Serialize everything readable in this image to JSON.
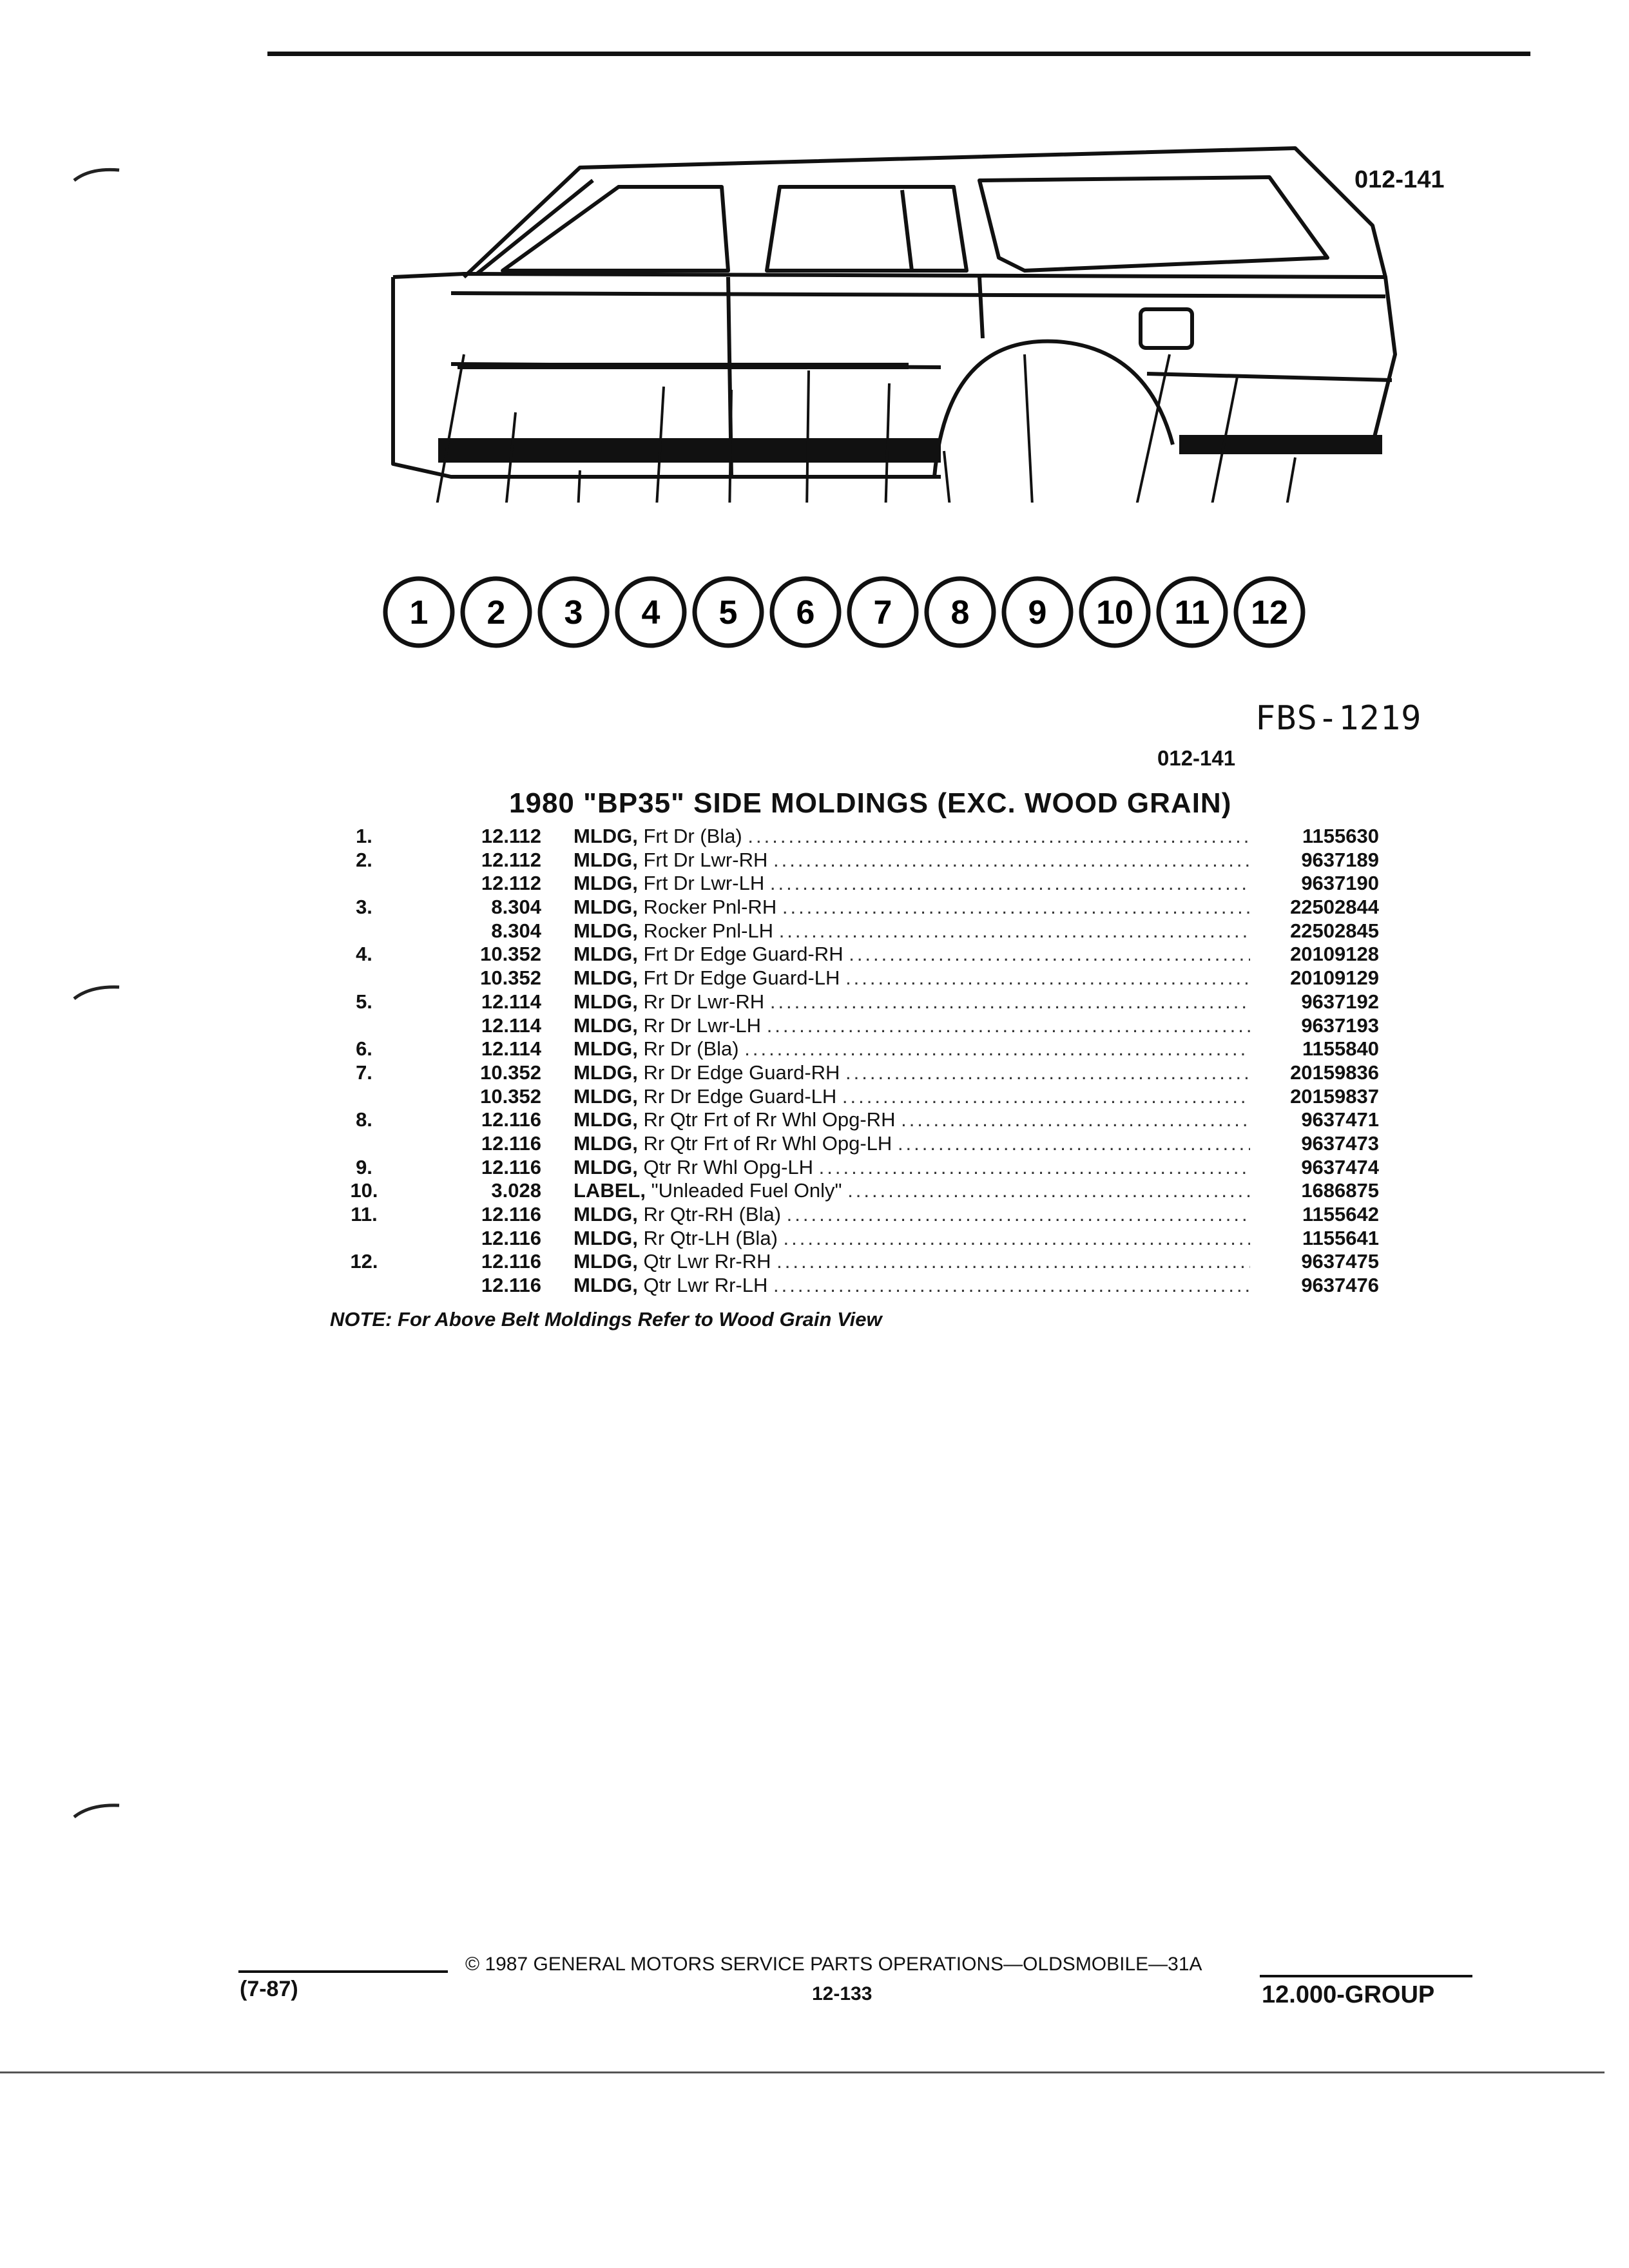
{
  "figure": {
    "code": "012-141",
    "fbs": "FBS-1219",
    "callouts": [
      "1",
      "2",
      "3",
      "4",
      "5",
      "6",
      "7",
      "8",
      "9",
      "10",
      "11",
      "12"
    ]
  },
  "section": {
    "code": "012-141",
    "title": "1980 \"BP35\" SIDE MOLDINGS (EXC. WOOD GRAIN)"
  },
  "parts": [
    {
      "ref": "1.",
      "group": "12.112",
      "abbr": "MLDG,",
      "desc": "Frt Dr (Bla)",
      "part": "1155630"
    },
    {
      "ref": "2.",
      "group": "12.112",
      "abbr": "MLDG,",
      "desc": "Frt Dr Lwr-RH",
      "part": "9637189"
    },
    {
      "ref": "",
      "group": "12.112",
      "abbr": "MLDG,",
      "desc": "Frt Dr Lwr-LH",
      "part": "9637190"
    },
    {
      "ref": "3.",
      "group": "8.304",
      "abbr": "MLDG,",
      "desc": "Rocker Pnl-RH",
      "part": "22502844"
    },
    {
      "ref": "",
      "group": "8.304",
      "abbr": "MLDG,",
      "desc": "Rocker Pnl-LH",
      "part": "22502845"
    },
    {
      "ref": "4.",
      "group": "10.352",
      "abbr": "MLDG,",
      "desc": "Frt Dr Edge Guard-RH",
      "part": "20109128"
    },
    {
      "ref": "",
      "group": "10.352",
      "abbr": "MLDG,",
      "desc": "Frt Dr Edge Guard-LH",
      "part": "20109129"
    },
    {
      "ref": "5.",
      "group": "12.114",
      "abbr": "MLDG,",
      "desc": "Rr Dr Lwr-RH",
      "part": "9637192"
    },
    {
      "ref": "",
      "group": "12.114",
      "abbr": "MLDG,",
      "desc": "Rr Dr Lwr-LH",
      "part": "9637193"
    },
    {
      "ref": "6.",
      "group": "12.114",
      "abbr": "MLDG,",
      "desc": "Rr Dr (Bla)",
      "part": "1155840"
    },
    {
      "ref": "7.",
      "group": "10.352",
      "abbr": "MLDG,",
      "desc": "Rr Dr Edge Guard-RH",
      "part": "20159836"
    },
    {
      "ref": "",
      "group": "10.352",
      "abbr": "MLDG,",
      "desc": "Rr Dr Edge Guard-LH",
      "part": "20159837"
    },
    {
      "ref": "8.",
      "group": "12.116",
      "abbr": "MLDG,",
      "desc": "Rr Qtr Frt of Rr Whl Opg-RH",
      "part": "9637471"
    },
    {
      "ref": "",
      "group": "12.116",
      "abbr": "MLDG,",
      "desc": "Rr Qtr Frt of Rr Whl Opg-LH",
      "part": "9637473"
    },
    {
      "ref": "9.",
      "group": "12.116",
      "abbr": "MLDG,",
      "desc": "Qtr Rr Whl Opg-LH",
      "part": "9637474"
    },
    {
      "ref": "10.",
      "group": "3.028",
      "abbr": "LABEL,",
      "desc": "\"Unleaded Fuel Only\"",
      "part": "1686875"
    },
    {
      "ref": "11.",
      "group": "12.116",
      "abbr": "MLDG,",
      "desc": "Rr Qtr-RH (Bla)",
      "part": "1155642"
    },
    {
      "ref": "",
      "group": "12.116",
      "abbr": "MLDG,",
      "desc": "Rr Qtr-LH (Bla)",
      "part": "1155641"
    },
    {
      "ref": "12.",
      "group": "12.116",
      "abbr": "MLDG,",
      "desc": "Qtr Lwr Rr-RH",
      "part": "9637475"
    },
    {
      "ref": "",
      "group": "12.116",
      "abbr": "MLDG,",
      "desc": "Qtr Lwr Rr-LH",
      "part": "9637476"
    }
  ],
  "note": "NOTE: For Above Belt Moldings Refer to Wood Grain View",
  "footer": {
    "date": "(7-87)",
    "copyright": "© 1987 GENERAL MOTORS SERVICE PARTS OPERATIONS—OLDSMOBILE—31A",
    "page": "12-133",
    "group": "12.000-GROUP"
  }
}
